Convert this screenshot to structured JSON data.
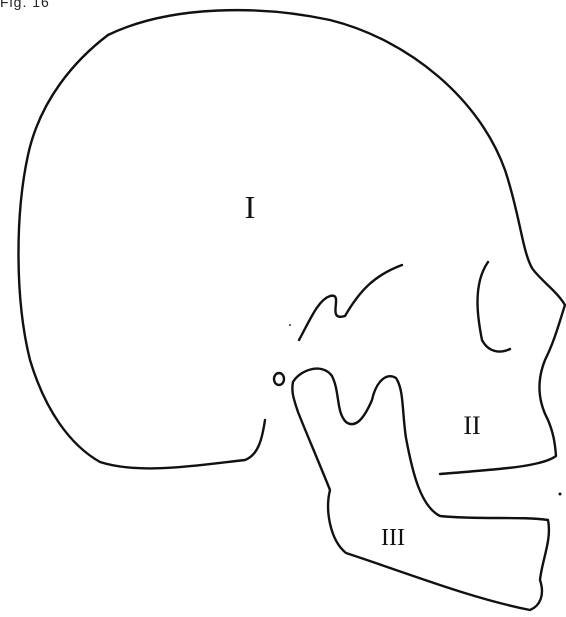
{
  "figure": {
    "label": "Fig. 16"
  },
  "regions": [
    {
      "id": "cranium",
      "label": "I"
    },
    {
      "id": "face",
      "label": "II"
    },
    {
      "id": "mandible",
      "label": "III"
    }
  ]
}
